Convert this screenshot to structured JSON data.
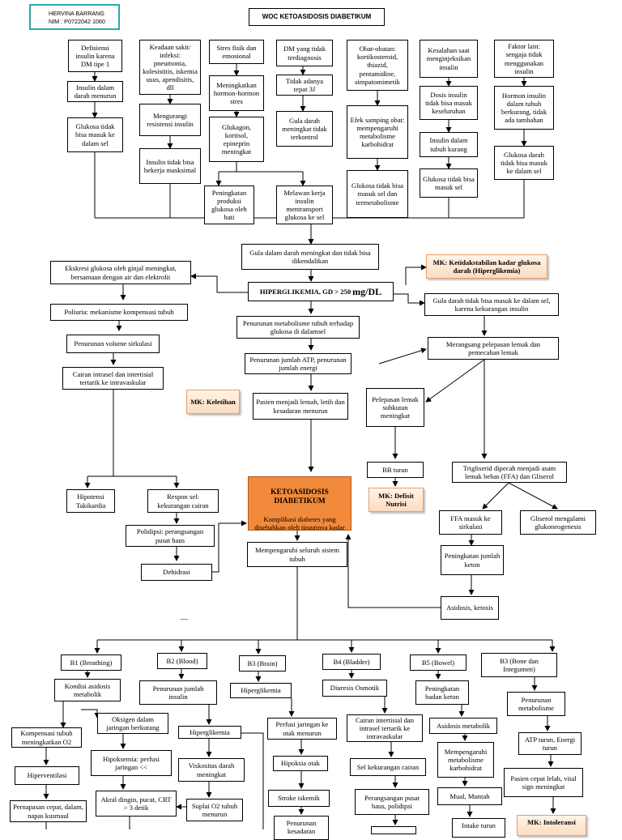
{
  "header": {
    "name": "HERVINA BARRANG",
    "nim": "NIM : P0722042 1060",
    "title": "WOC KETOASIDOSIS DIABETIKUM"
  },
  "col1": {
    "cause": "Defisiensi insulin karena DM tipe 1",
    "step2": "Insulin dalam darah menurun",
    "step3": "Glukosa tidak bisa masuk ke dalam sel"
  },
  "col2": {
    "cause": "Keadaan sakit/ infeksi: pneumonia, kolesistitis, iskemia usus, apendisitis, dll",
    "step2": "Mengurangi resistensi insulin",
    "step3": "Insulin tidak bisa bekerja masksimal"
  },
  "col3": {
    "cause": "Stres fisik dan emosional",
    "step2": "Meningkatkan hormon-hormon stres",
    "step3": "Glukagon, kortisol, epineprin meningkat",
    "left": "Peningkatan produksi glukosa oleh hati",
    "right": "Melawan kerja insulin mentransport glukosa ke sel"
  },
  "col4": {
    "cause": "DM yang tidak terdiagnosis",
    "step2": "Tidak adanya tepat 3J",
    "step3": "Gula darah meningkat tidak terkontrol"
  },
  "col5": {
    "cause": "Obat-obatan: kortikosteroid, thiazid, pentamidine, simpatomimetik",
    "step2": "Efek samping obat: mempengaruhi metabolisme karbohidrat",
    "step3": "Glukosa tidak bisa masuk sel dan termetabolisme"
  },
  "col6": {
    "cause": "Kesalahan saat menginjeksikan insulin",
    "step2": "Dosis insulin tidak bisa masuk keseluruhan",
    "step3": "Insulin dalam tubuh kurang",
    "step4": "Glukosa tidak bisa masuk sel"
  },
  "col7": {
    "cause": "Faktor lain: sengaja tidak menggunakan insulin",
    "step2": "Hormon insulin dalam tubuh berkurang, tidak ada tambahan",
    "step3": "Glukosa darah tidak bisa masuk ke dalam sel"
  },
  "center": {
    "gula_meningkat": "Gula dalam darah meningkat dan tidak bisa dikendalikan",
    "hiper_main": "HIPERGLIKEMIA, GD > 250 ",
    "hiper_unit": "mg/DL",
    "mk_hiper": "MK: Ketidakstabilan kadar glukosa darah (Hiperglikemia)",
    "gula_tidak_masuk": "Gula darah tidak bisa masuk ke dalam sel, karena kekurangan insulin",
    "ekskresi": "Ekskresi glukosa oleh ginjal meningkat, bersamaan dengan air dan elektrolit",
    "poliuria": "Poliuria: mekanisme kompensasi tubuh",
    "penurunan_volume": "Penurunan volume sirkulasi",
    "cairan_intrasel": "Cairan intrasel dan intertisial tertarik ke intravaskular",
    "penurunan_metabolisme": "Penurunan metabolisme tubuh terhadap glukosa di dalamsel",
    "penurunan_atp": "Penurunan jumlah ATP, penurunan jumlah energi",
    "merangsang_lemak": "Merangsang pelepasan lemak dan pemecahan lemak",
    "mk_keletihan": "MK: Keletihan",
    "lemah": "Pasien menjadi lemah, letih dan kesadaran menurun",
    "pelepasan_lemak": "Pelepasan lemak subkutan meningkat",
    "bb_turun": "BB turun",
    "mk_nutrisi": "MK: Defisit Nutrisi",
    "trigliserid": "Trigliserid dipecah menjadi asam lemak bebas (FFA) dan Gliserol",
    "hipotensi": "Hipotensi Takikardia",
    "respon_sel": "Respon sel: kekurangan cairan",
    "kad_title": "KETOASIDOSIS DIABETIKUM",
    "kad_desc": "Komplikasi diabetes yang disebabkan oleh tingginya kadar asam dalam darah",
    "polidipsi": "Polidipsi: perangsangan pusat haus",
    "dehidrasi": "Dehidrasi",
    "mempengaruhi": "Mempengaruhi seluruh sistem tubuh",
    "ffa": "FFA masuk ke sirkulasi",
    "gliserol": "Gliserol mengalami glukoneogenesis",
    "keton": "Peningkatan jumlah keton",
    "asidosis": "Asidosis, ketosis"
  },
  "systems": {
    "b1": {
      "label": "B1 (Breathing)",
      "s1": "Kondisi asidosis metabolik",
      "kompensasi": "Kompensasi tubuh meningkatkan O2",
      "oksigen": "Oksigen dalam jaringan berkurang",
      "hipoksemia": "Hipoksemia: perfusi jaringan <<",
      "hiperventilasi": "Hiperventilasi",
      "akral": "Akral dingin, pucat, CRT > 3 detik",
      "pernapasan": "Pernapasan cepat, dalam, napas kusmaul"
    },
    "b2": {
      "label": "B2 (Blood)",
      "s1": "Penurunan jumlah insulin",
      "s2": "Hiperglikemia",
      "s3": "Viskositas darah meningkat",
      "s4": "Suplai O2 tubuh menurun"
    },
    "b3": {
      "label": "B3 (Brain)",
      "s1": "Hiperglikemia",
      "s2": "Perfusi jaringan ke otak menurun",
      "s3": "Hipoksia otak",
      "s4": "Stroke iskemik",
      "s5": "Penurunan kesadaran"
    },
    "b4": {
      "label": "B4 (Bladder)",
      "s1": "Diuresis Osmotik",
      "s2": "Cairan intertisial dan intrasel tertarik ke intravaskular",
      "s3": "Sel kekurangan cairan",
      "s4": "Perangsangan pusat haus, polidipsi"
    },
    "b5": {
      "label": "B5 (Bowel)",
      "s1": "Peningkatan badan keton",
      "s2": "Asidosis metabolik",
      "s3": "Mempengaruhi metabolisme karbohidrat",
      "s4": "Mual, Muntah",
      "s5": "Intake turun"
    },
    "b6": {
      "label": "B3 (Bone dan Integumen)",
      "s1": "Penurunan metabolisme",
      "s2": "ATP turun, Energi turun",
      "s3": "Pasien cepat lelah, vital sign meningkat",
      "mk": "MK: Intoleransi"
    }
  }
}
